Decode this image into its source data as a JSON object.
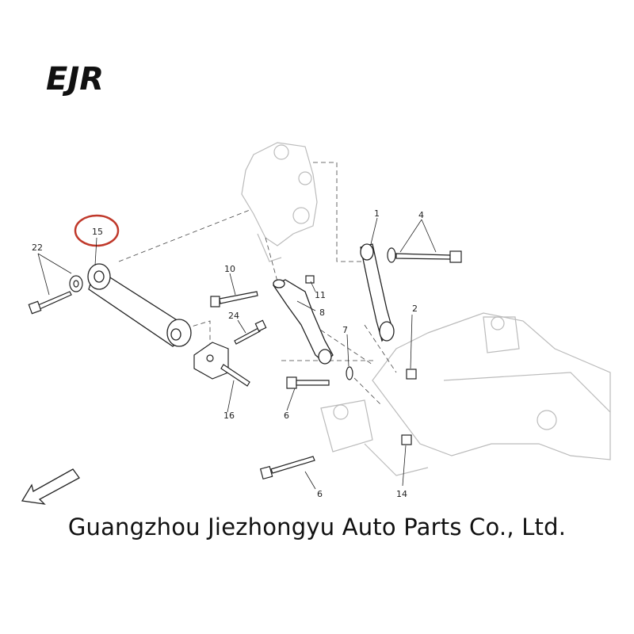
{
  "logo": {
    "text": "EJR"
  },
  "caption": "Guangzhou Jiezhongyu Auto Parts Co., Ltd.",
  "highlight_color": "#c0392b",
  "callouts": {
    "c1": "1",
    "c2": "2",
    "c4": "4",
    "c6a": "6",
    "c6b": "6",
    "c7": "7",
    "c8": "8",
    "c10": "10",
    "c11": "11",
    "c14": "14",
    "c15": "15",
    "c16": "16",
    "c22": "22",
    "c24": "24"
  },
  "direction_arrow": "arrow-icon"
}
